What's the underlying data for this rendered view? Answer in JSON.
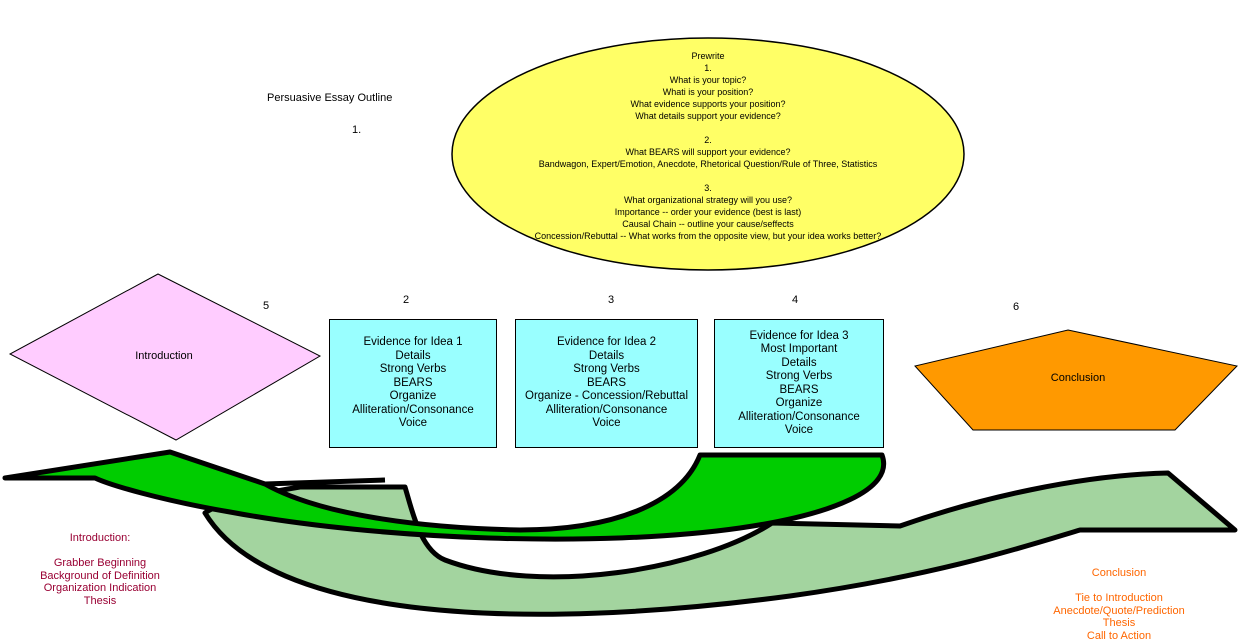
{
  "title": "Persuasive Essay Outline",
  "number_one": "1.",
  "prewrite": {
    "lines": [
      "Prewrite",
      "1.",
      "What is your topic?",
      "Whati is your position?",
      "What evidence supports your position?",
      "What details support your evidence?",
      "",
      "2.",
      "What BEARS will support your evidence?",
      "Bandwagon, Expert/Emotion, Anecdote, Rhetorical Question/Rule of Three, Statistics",
      "",
      "3.",
      "What organizational strategy will you use?",
      "Importance -- order your evidence (best is last)",
      "Causal Chain -- outline your cause/seffects",
      "Concession/Rebuttal -- What works from the opposite view, but your idea works better?"
    ],
    "fill": "#ffff66"
  },
  "intro_shape": {
    "number": "5",
    "label": "Introduction",
    "fill": "#ffccff"
  },
  "evidence_boxes": [
    {
      "number": "2",
      "lines": [
        "Evidence for Idea 1",
        "Details",
        "Strong Verbs",
        "BEARS",
        "Organize",
        "Alliteration/Consonance",
        "Voice"
      ]
    },
    {
      "number": "3",
      "lines": [
        "Evidence for Idea 2",
        "Details",
        "Strong Verbs",
        "BEARS",
        "Organize - Concession/Rebuttal",
        "Alliteration/Consonance",
        "Voice"
      ]
    },
    {
      "number": "4",
      "lines": [
        "Evidence for Idea 3",
        "Most Important",
        "Details",
        "Strong Verbs",
        "BEARS",
        "Organize",
        "Alliteration/Consonance",
        "Voice"
      ]
    }
  ],
  "conclusion_shape": {
    "number": "6",
    "label": "Conclusion",
    "fill": "#ff9900"
  },
  "intro_note": {
    "lines": [
      "Introduction:",
      "",
      "Grabber Beginning",
      "Background of Definition",
      "Organization Indication",
      "Thesis"
    ],
    "color": "#990033"
  },
  "conclusion_note": {
    "lines": [
      "Conclusion",
      "",
      "Tie to Introduction",
      "Anecdote/Quote/Prediction",
      "Thesis",
      "Call to Action"
    ],
    "color": "#ff6600"
  },
  "colors": {
    "box_fill": "#99ffff",
    "dark_arrow": "#00cc00",
    "light_arrow": "#99cc99"
  }
}
